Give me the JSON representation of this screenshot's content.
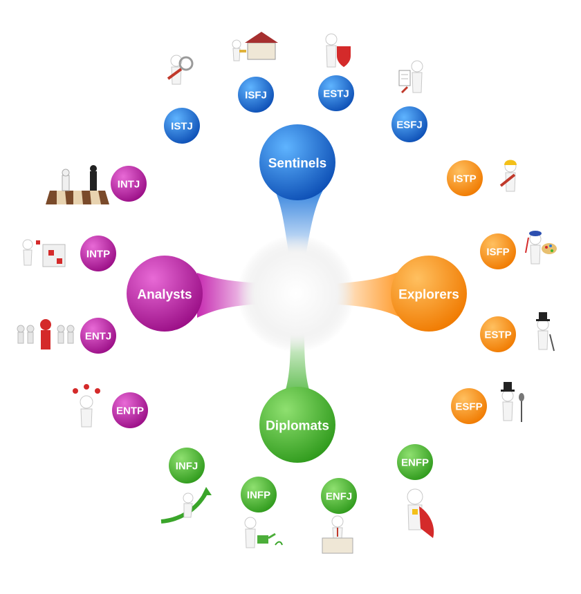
{
  "hub": {
    "groups": [
      {
        "key": "sentinels",
        "label": "Sentinels",
        "color": "#1e6fd8"
      },
      {
        "key": "explorers",
        "label": "Explorers",
        "color": "#ff8c1a"
      },
      {
        "key": "diplomats",
        "label": "Diplomats",
        "color": "#43b52c"
      },
      {
        "key": "analysts",
        "label": "Analysts",
        "color": "#c01aa6"
      }
    ]
  },
  "types": {
    "sentinels": [
      "ISTJ",
      "ISFJ",
      "ESTJ",
      "ESFJ"
    ],
    "explorers": [
      "ISTP",
      "ISFP",
      "ESTP",
      "ESFP"
    ],
    "diplomats": [
      "INFJ",
      "INFP",
      "ENFJ",
      "ENFP"
    ],
    "analysts": [
      "INTJ",
      "INTP",
      "ENTJ",
      "ENTP"
    ]
  },
  "icons": {
    "ISTJ": "magnifier-figure-icon",
    "ISFJ": "house-figure-icon",
    "ESTJ": "shield-figure-icon",
    "ESFJ": "clipboard-figure-icon",
    "ISTP": "hardhat-figure-icon",
    "ISFP": "painter-figure-icon",
    "ESTP": "tophat-cane-figure-icon",
    "ESFP": "microphone-figure-icon",
    "INFJ": "arrow-growth-figure-icon",
    "INFP": "watering-can-figure-icon",
    "ENFJ": "podium-figure-icon",
    "ENFP": "superhero-figure-icon",
    "INTJ": "chess-board-icon",
    "INTP": "cube-puzzle-figure-icon",
    "ENTJ": "leader-crowd-icon",
    "ENTP": "idea-figure-icon"
  }
}
